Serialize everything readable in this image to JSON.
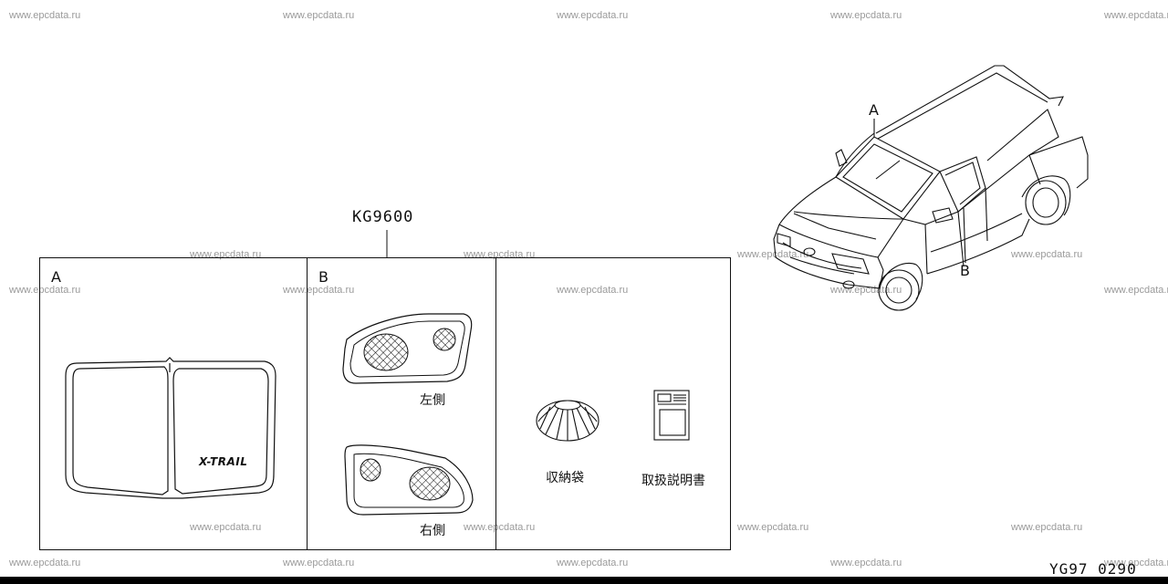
{
  "watermark_text": "www.epcdata.ru",
  "diagram": {
    "kit_code": "KG9600",
    "car_label_a": "A",
    "car_label_b": "B",
    "panel_a_label": "A",
    "panel_b_label": "B",
    "badge_text": "X-TRAIL",
    "left_side_label": "左側",
    "right_side_label": "右側",
    "storage_bag_label": "収納袋",
    "manual_label": "取扱説明書",
    "figure_code": "YG97 0290"
  },
  "colors": {
    "line": "#111111",
    "watermark": "#9a9a9a",
    "background": "#ffffff"
  }
}
